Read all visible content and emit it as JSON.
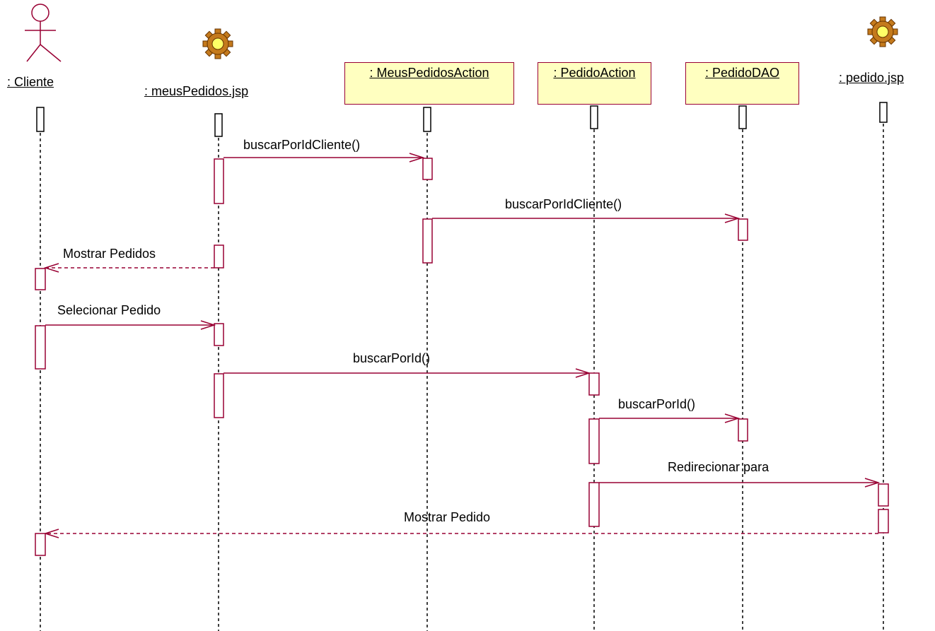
{
  "participants": [
    {
      "id": "cliente",
      "name": ": Cliente",
      "kind": "actor"
    },
    {
      "id": "meusPedidos",
      "name": ": meusPedidos.jsp",
      "kind": "page"
    },
    {
      "id": "meusPedidosAction",
      "name": ": MeusPedidosAction",
      "kind": "class"
    },
    {
      "id": "pedidoAction",
      "name": ": PedidoAction",
      "kind": "class"
    },
    {
      "id": "pedidoDAO",
      "name": ": PedidoDAO",
      "kind": "class"
    },
    {
      "id": "pedido",
      "name": ": pedido.jsp",
      "kind": "page"
    }
  ],
  "messages": [
    {
      "from": "meusPedidos",
      "to": "meusPedidosAction",
      "label": "buscarPorIdCliente()",
      "type": "call"
    },
    {
      "from": "meusPedidosAction",
      "to": "pedidoDAO",
      "label": "buscarPorIdCliente()",
      "type": "call"
    },
    {
      "from": "meusPedidos",
      "to": "cliente",
      "label": "Mostrar  Pedidos",
      "type": "return"
    },
    {
      "from": "cliente",
      "to": "meusPedidos",
      "label": "Selecionar Pedido",
      "type": "call"
    },
    {
      "from": "meusPedidos",
      "to": "pedidoAction",
      "label": "buscarPorId()",
      "type": "call"
    },
    {
      "from": "pedidoAction",
      "to": "pedidoDAO",
      "label": "buscarPorId()",
      "type": "call"
    },
    {
      "from": "pedidoAction",
      "to": "pedido",
      "label": "Redirecionar para",
      "type": "call"
    },
    {
      "from": "pedido",
      "to": "cliente",
      "label": "Mostrar Pedido",
      "type": "return"
    }
  ],
  "colors": {
    "line": "#990033",
    "box_fill": "#ffffc0",
    "gear": "#cc6600"
  }
}
